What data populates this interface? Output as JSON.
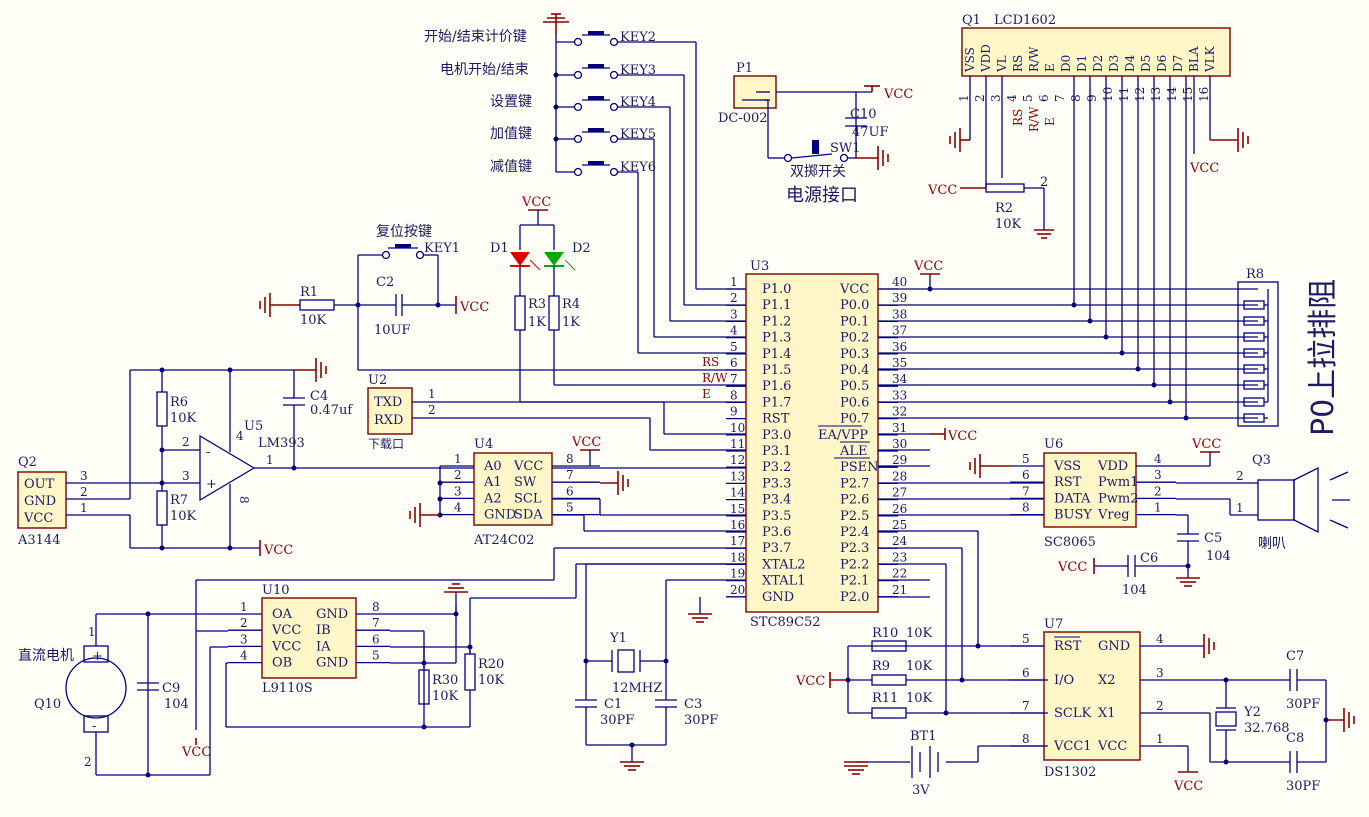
{
  "title_r8": "P0上拉排阻",
  "labels": {
    "key_start_stop_price": "开始/结束计价键",
    "key_motor": "电机开始/结束",
    "key_set": "设置键",
    "key_add": "加值键",
    "key_sub": "减值键",
    "key2": "KEY2",
    "key3": "KEY3",
    "key4": "KEY4",
    "key5": "KEY5",
    "key6": "KEY6",
    "reset_key": "复位按键",
    "key1": "KEY1",
    "p1": "P1",
    "dc002": "DC-002",
    "sw1": "SW1",
    "dual_switch": "双掷开关",
    "power_port": "电源接口",
    "c10": "C10",
    "c10_val": "47UF",
    "q1": "Q1",
    "lcd": "LCD1602",
    "r2": "R2",
    "r2_val": "10K",
    "vcc": "VCC",
    "d1": "D1",
    "d2": "D2",
    "r3": "R3",
    "r4": "R4",
    "one_k": "1K",
    "r1": "R1",
    "r1_val": "10K",
    "c2": "C2",
    "c2_val": "10UF",
    "u2": "U2",
    "txd": "TXD",
    "rxd": "RXD",
    "download": "下载口",
    "r6": "R6",
    "r7": "R7",
    "ten_k": "10K",
    "c4": "C4",
    "c4_val": "0.47uf",
    "u5": "U5",
    "lm393": "LM393",
    "q2": "Q2",
    "out": "OUT",
    "gnd": "GND",
    "a3144": "A3144",
    "u4": "U4",
    "at24c02": "AT24C02",
    "u3": "U3",
    "stc": "STC89C52",
    "r8": "R8",
    "u6": "U6",
    "sc8065": "SC8065",
    "q3": "Q3",
    "speaker": "喇叭",
    "c5": "C5",
    "c6": "C6",
    "c_104": "104",
    "u10": "U10",
    "l9110s": "L9110S",
    "r30": "R30",
    "r20": "R20",
    "dc_motor": "直流电机",
    "q10": "Q10",
    "c9": "C9",
    "c9_val": "104",
    "y1": "Y1",
    "y1_val": "12MHZ",
    "c1": "C1",
    "c3": "C3",
    "c_30pf": "30PF",
    "r10": "R10",
    "r9": "R9",
    "r11": "R11",
    "u7": "U7",
    "ds1302": "DS1302",
    "bt1": "BT1",
    "bt1_val": "3V",
    "y2": "Y2",
    "y2_val": "32.768",
    "c7": "C7",
    "c8": "C8"
  },
  "lcd_pins": [
    "VSS",
    "VDD",
    "VL",
    "RS",
    "R/W",
    "E",
    "D0",
    "D1",
    "D2",
    "D3",
    "D4",
    "D5",
    "D6",
    "D7",
    "BLA",
    "VLK"
  ],
  "lcd_pin_numbers": [
    "1",
    "2",
    "3",
    "4",
    "5",
    "6",
    "7",
    "8",
    "9",
    "10",
    "11",
    "12",
    "13",
    "14",
    "15",
    "16"
  ],
  "lcd_signal_labels": [
    "RS",
    "R/W",
    "E"
  ],
  "u3_left": [
    {
      "num": "1",
      "name": "P1.0"
    },
    {
      "num": "2",
      "name": "P1.1"
    },
    {
      "num": "3",
      "name": "P1.2"
    },
    {
      "num": "4",
      "name": "P1.3"
    },
    {
      "num": "5",
      "name": "P1.4"
    },
    {
      "num": "6",
      "name": "P1.5"
    },
    {
      "num": "7",
      "name": "P1.6"
    },
    {
      "num": "8",
      "name": "P1.7"
    },
    {
      "num": "9",
      "name": "RST"
    },
    {
      "num": "10",
      "name": "P3.0"
    },
    {
      "num": "11",
      "name": "P3.1"
    },
    {
      "num": "12",
      "name": "P3.2"
    },
    {
      "num": "13",
      "name": "P3.3"
    },
    {
      "num": "14",
      "name": "P3.4"
    },
    {
      "num": "15",
      "name": "P3.5"
    },
    {
      "num": "16",
      "name": "P3.6"
    },
    {
      "num": "17",
      "name": "P3.7"
    },
    {
      "num": "18",
      "name": "XTAL2"
    },
    {
      "num": "19",
      "name": "XTAL1"
    },
    {
      "num": "20",
      "name": "GND"
    }
  ],
  "u3_right": [
    {
      "num": "40",
      "name": "VCC"
    },
    {
      "num": "39",
      "name": "P0.0"
    },
    {
      "num": "38",
      "name": "P0.1"
    },
    {
      "num": "37",
      "name": "P0.2"
    },
    {
      "num": "36",
      "name": "P0.3"
    },
    {
      "num": "35",
      "name": "P0.4"
    },
    {
      "num": "34",
      "name": "P0.5"
    },
    {
      "num": "33",
      "name": "P0.6"
    },
    {
      "num": "32",
      "name": "P0.7"
    },
    {
      "num": "31",
      "name": "EA/VPP"
    },
    {
      "num": "30",
      "name": "ALE"
    },
    {
      "num": "29",
      "name": "PSEN"
    },
    {
      "num": "28",
      "name": "P2.7"
    },
    {
      "num": "27",
      "name": "P2.6"
    },
    {
      "num": "26",
      "name": "P2.5"
    },
    {
      "num": "25",
      "name": "P2.4"
    },
    {
      "num": "24",
      "name": "P2.3"
    },
    {
      "num": "23",
      "name": "P2.2"
    },
    {
      "num": "22",
      "name": "P2.1"
    },
    {
      "num": "21",
      "name": "P2.0"
    }
  ],
  "u3_side_labels": [
    "RS",
    "R/W",
    "E"
  ],
  "u4_left": [
    {
      "num": "1",
      "name": "A0"
    },
    {
      "num": "2",
      "name": "A1"
    },
    {
      "num": "3",
      "name": "A2"
    },
    {
      "num": "4",
      "name": "GND"
    }
  ],
  "u4_right": [
    {
      "num": "8",
      "name": "VCC"
    },
    {
      "num": "7",
      "name": "SW"
    },
    {
      "num": "6",
      "name": "SCL"
    },
    {
      "num": "5",
      "name": "SDA"
    }
  ],
  "u6_left": [
    {
      "num": "5",
      "name": "VSS"
    },
    {
      "num": "6",
      "name": "RST"
    },
    {
      "num": "7",
      "name": "DATA"
    },
    {
      "num": "8",
      "name": "BUSY"
    }
  ],
  "u6_right": [
    {
      "num": "4",
      "name": "VDD"
    },
    {
      "num": "3",
      "name": "Pwm1"
    },
    {
      "num": "2",
      "name": "Pwm2"
    },
    {
      "num": "1",
      "name": "Vreg"
    }
  ],
  "u10_left": [
    {
      "num": "1",
      "name": "OA"
    },
    {
      "num": "2",
      "name": "VCC"
    },
    {
      "num": "3",
      "name": "VCC"
    },
    {
      "num": "4",
      "name": "OB"
    }
  ],
  "u10_right": [
    {
      "num": "8",
      "name": "GND"
    },
    {
      "num": "7",
      "name": "IB"
    },
    {
      "num": "6",
      "name": "IA"
    },
    {
      "num": "5",
      "name": "GND"
    }
  ],
  "u7_left": [
    {
      "num": "5",
      "name": "RST"
    },
    {
      "num": "6",
      "name": "I/O"
    },
    {
      "num": "7",
      "name": "SCLK"
    },
    {
      "num": "8",
      "name": "VCC1"
    }
  ],
  "u7_right": [
    {
      "num": "4",
      "name": "GND"
    },
    {
      "num": "3",
      "name": "X2"
    },
    {
      "num": "2",
      "name": "X1"
    },
    {
      "num": "1",
      "name": "VCC"
    }
  ],
  "q2_pins": [
    {
      "num": "3",
      "name": "OUT"
    },
    {
      "num": "2",
      "name": "GND"
    },
    {
      "num": "1",
      "name": "VCC"
    }
  ],
  "misc_numbers": {
    "one": "1",
    "two": "2",
    "three": "3",
    "four": "4",
    "eight": "8",
    "plus": "+",
    "minus": "-"
  }
}
